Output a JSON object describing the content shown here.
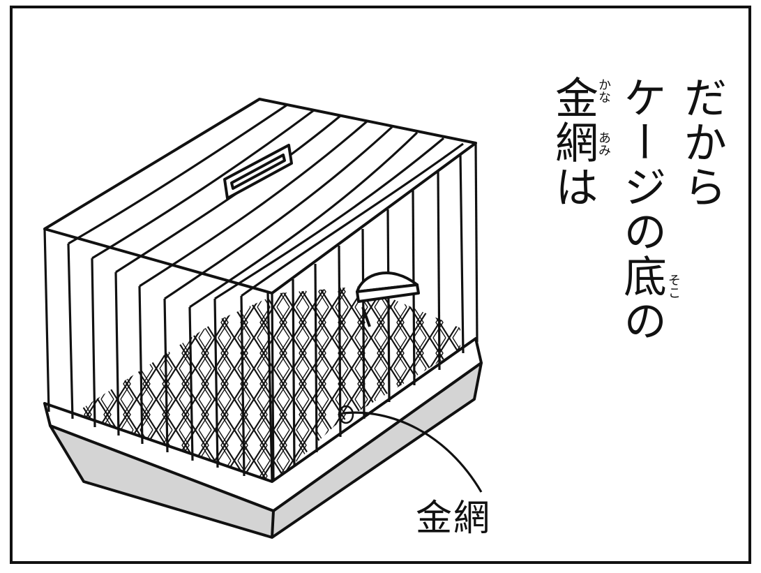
{
  "caption": {
    "col1": "だから",
    "col2": "ケージの底の",
    "col3": "金網は",
    "ruby_soko": "そこ",
    "ruby_kana": "かな",
    "ruby_ami": "あみ"
  },
  "label": "金網"
}
